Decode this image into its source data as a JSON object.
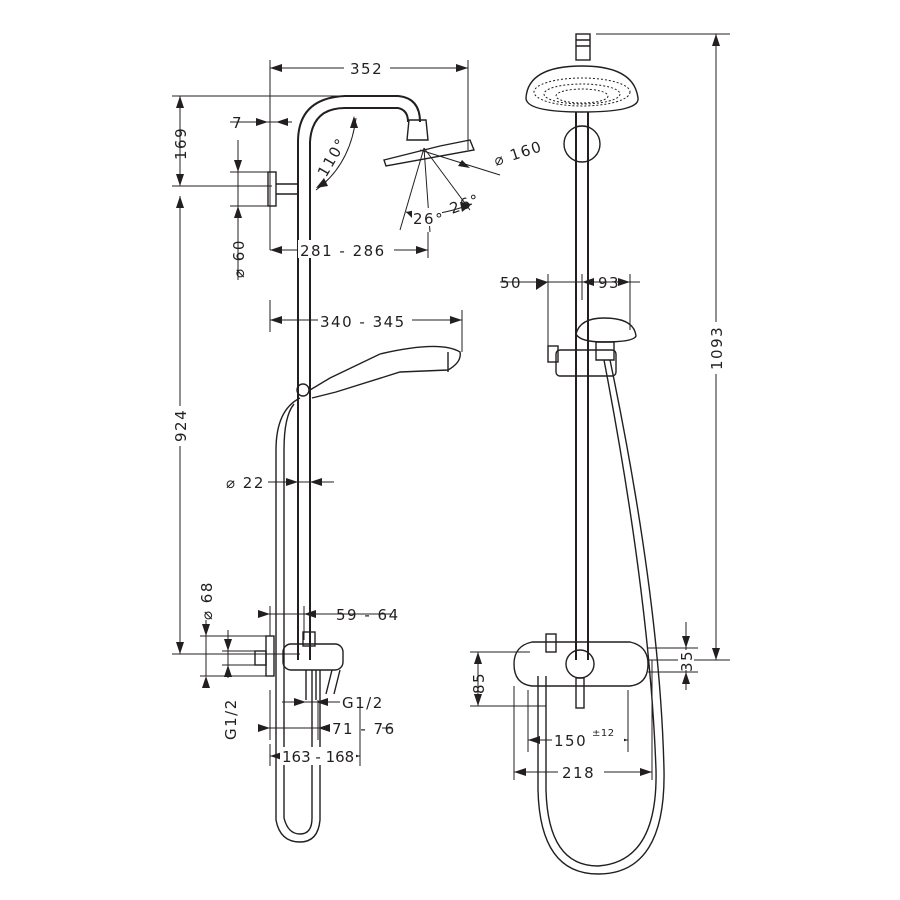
{
  "dimensions": {
    "d352": "352",
    "d169": "169",
    "d7": "7",
    "d110deg": "110°",
    "d160": "⌀ 160",
    "d26a": "26°",
    "d26b": "26°",
    "d60": "⌀ 60",
    "d281_286": "281 - 286",
    "d340_345": "340 - 345",
    "d924": "924",
    "d22": "⌀ 22",
    "d68": "⌀ 68",
    "d59_64": "59 - 64",
    "dG12_left": "G1/2",
    "dG12_right": "G1/2",
    "d71_76": "71 - 76",
    "d163_168": "163 - 168",
    "d50": "50",
    "d93": "93",
    "d1093": "1093",
    "d85": "85",
    "d35": "35",
    "d150": "150",
    "d150_tol": "±12",
    "d218": "218"
  },
  "colors": {
    "line": "#231f20",
    "background": "#ffffff"
  }
}
